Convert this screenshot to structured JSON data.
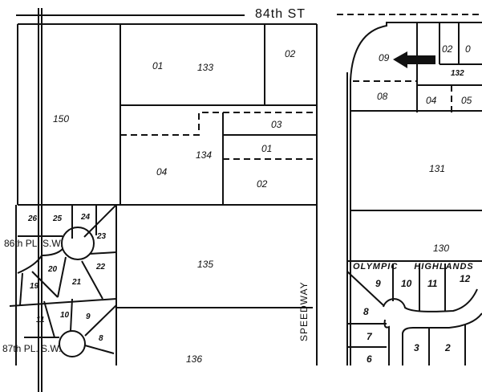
{
  "streets": {
    "north": "84th ST",
    "speedway": "SPEEDWAY",
    "pl86": "86th PL. S.W.",
    "pl87": "87th PL. S.W.",
    "subdivision": "OLYMPIC HIGHLANDS"
  },
  "parcels": {
    "p150": "150",
    "p133": "133",
    "p133_01": "01",
    "p133_02": "02",
    "p134": "134",
    "p134_03": "03",
    "p134_01": "01",
    "p134_02": "02",
    "p134_04": "04",
    "p132": "132",
    "p132_09": "09",
    "p132_08": "08",
    "p132_04": "04",
    "p132_05": "05",
    "p132_02": "02",
    "p132_0": "0",
    "p131": "131",
    "p130": "130",
    "p135": "135",
    "p136": "136"
  },
  "lots_west": [
    "26",
    "25",
    "24",
    "23",
    "22",
    "21",
    "20",
    "19",
    "11",
    "10",
    "9",
    "8"
  ],
  "lots_east": [
    "9",
    "10",
    "11",
    "12",
    "8",
    "7",
    "6",
    "3",
    "2"
  ]
}
